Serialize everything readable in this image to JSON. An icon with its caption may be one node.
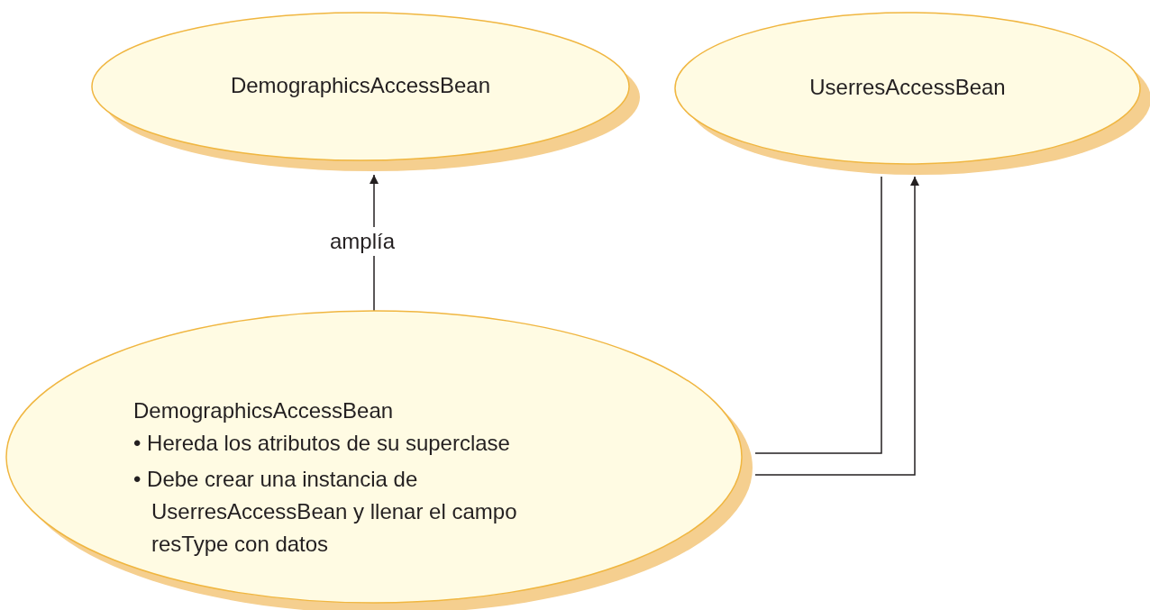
{
  "diagram": {
    "nodes": [
      {
        "text": [
          "DemographicsAccessBean"
        ]
      },
      {
        "text": [
          "UserresAccessBean"
        ]
      },
      {
        "text": [
          "DemographicsAccessBean",
          "• Hereda los atributos de su superclase",
          "• Debe crear una instancia de UserresAccessBean y llenar el campo resType con datos"
        ]
      }
    ],
    "edges": [
      {
        "from": 2,
        "to": 0,
        "arrow": "to",
        "label": "amplía"
      },
      {
        "from": 2,
        "to": 1,
        "arrow": "none"
      },
      {
        "from": 2,
        "to": 1,
        "arrow": "to"
      }
    ]
  }
}
